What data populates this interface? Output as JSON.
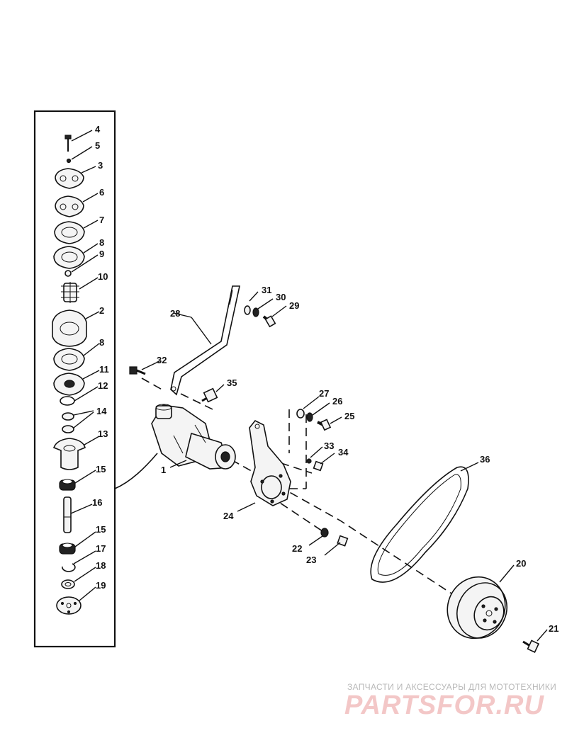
{
  "callouts": [
    "1",
    "2",
    "3",
    "4",
    "5",
    "6",
    "7",
    "8",
    "8",
    "9",
    "10",
    "11",
    "12",
    "13",
    "14",
    "15",
    "15",
    "16",
    "17",
    "18",
    "19",
    "20",
    "21",
    "22",
    "23",
    "24",
    "25",
    "26",
    "27",
    "28",
    "29",
    "30",
    "31",
    "32",
    "33",
    "34",
    "35",
    "36"
  ],
  "watermark": {
    "caption": "ЗАПЧАСТИ И АКСЕССУАРЫ ДЛЯ МОТОТЕХНИКИ",
    "logo": "PARTSFOR.RU"
  }
}
